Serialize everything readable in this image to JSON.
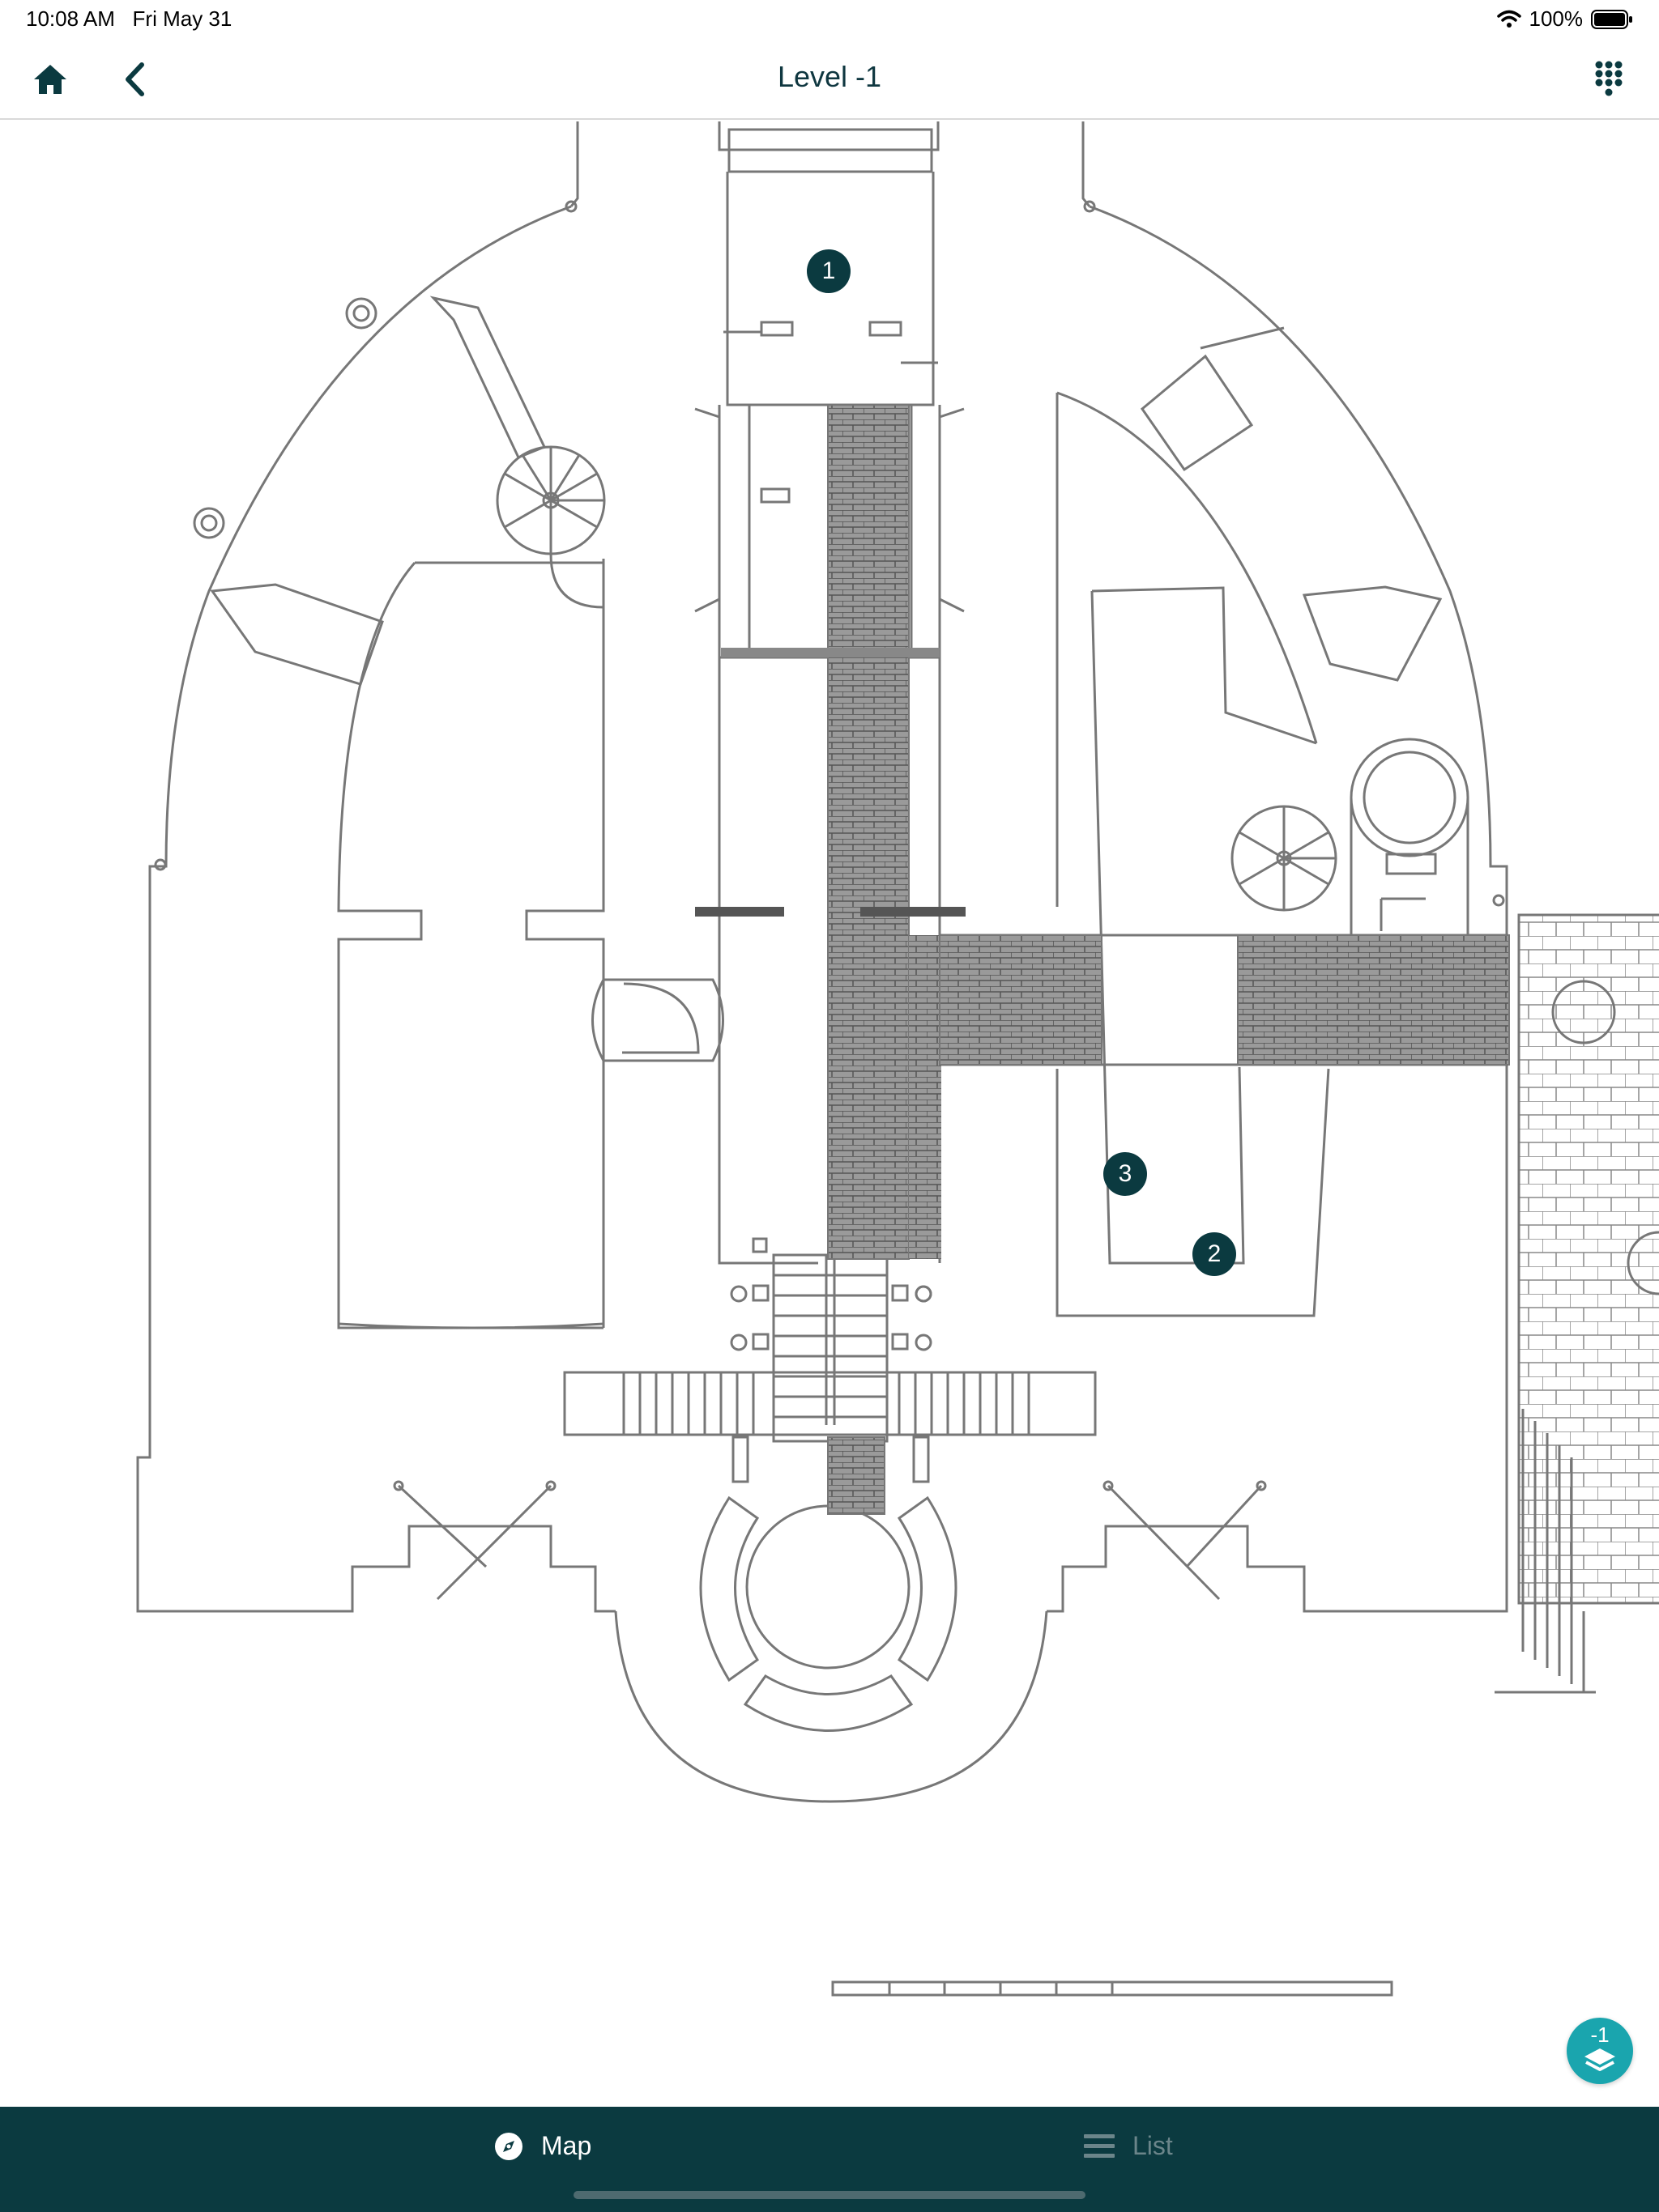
{
  "status_bar": {
    "time": "10:08 AM",
    "date": "Fri May 31",
    "battery": "100%"
  },
  "nav": {
    "title": "Level -1",
    "home_icon": "home-icon",
    "back_icon": "chevron-left-icon",
    "keypad_icon": "keypad-icon"
  },
  "markers": [
    {
      "label": "1"
    },
    {
      "label": "2"
    },
    {
      "label": "3"
    }
  ],
  "level_switcher": {
    "label": "-1",
    "icon": "layers-icon"
  },
  "tabs": [
    {
      "label": "Map",
      "icon": "compass-icon",
      "active": true
    },
    {
      "label": "List",
      "icon": "list-icon",
      "active": false
    }
  ],
  "colors": {
    "primary_dark": "#0b3a40",
    "accent_teal": "#1aa5ae",
    "inactive_tab": "#6b858a",
    "floorplan_line": "#777777"
  }
}
